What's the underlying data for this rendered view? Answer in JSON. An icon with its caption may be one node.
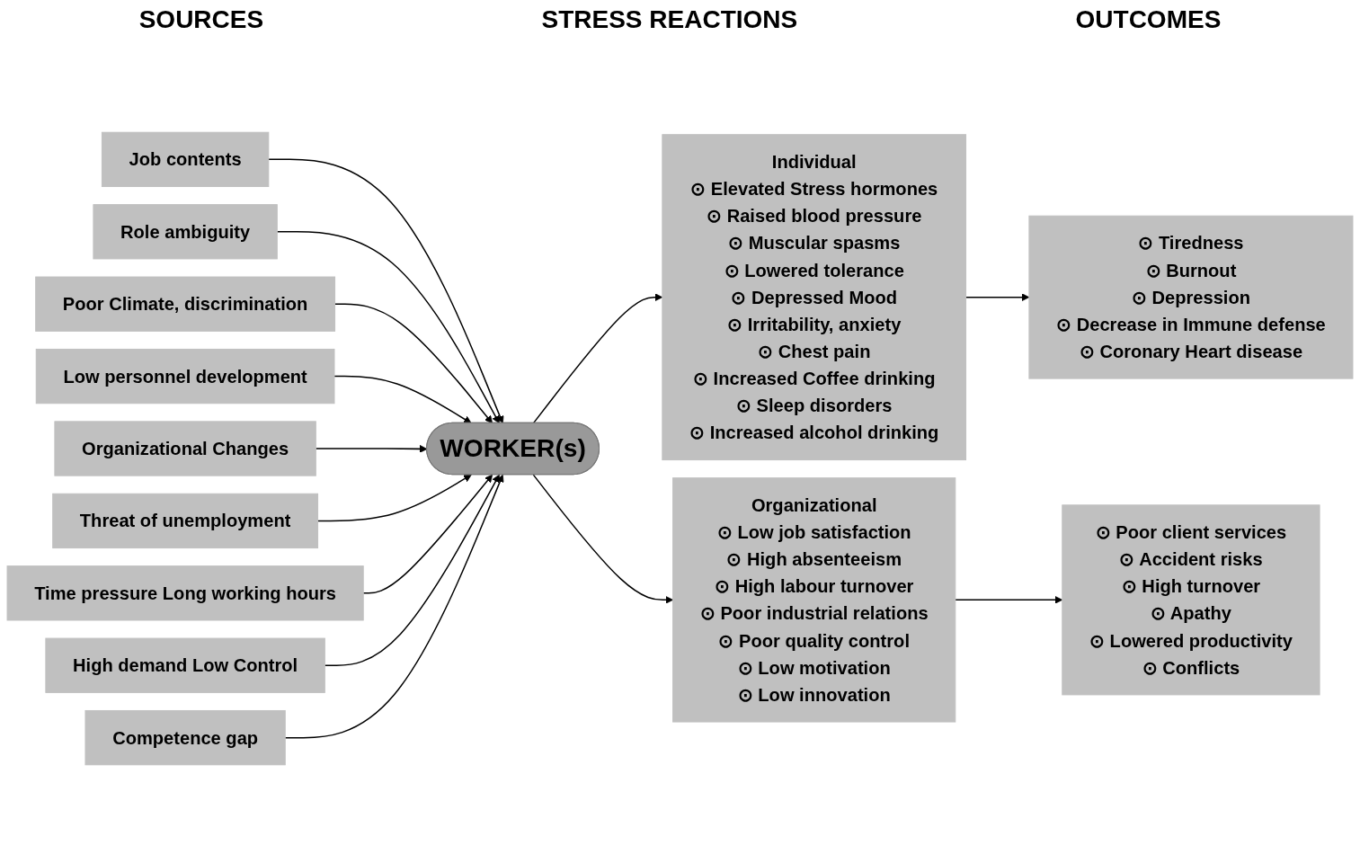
{
  "diagram": {
    "nodes": [
      {
        "text": [
          "Job contents"
        ]
      },
      {
        "text": [
          "Role ambiguity"
        ]
      },
      {
        "text": [
          "Poor Climate, discrimination"
        ]
      },
      {
        "text": [
          "Low personnel development"
        ]
      },
      {
        "text": [
          "Organizational Changes"
        ]
      },
      {
        "text": [
          "Threat of unemployment"
        ]
      },
      {
        "text": [
          "Time pressure Long working hours"
        ]
      },
      {
        "text": [
          "High demand Low Control"
        ]
      },
      {
        "text": [
          "Competence gap"
        ]
      },
      {
        "text": [
          "WORKER(s)"
        ]
      },
      {
        "text": [
          "Individual",
          "⊙ Elevated Stress hormones",
          "⊙ Raised blood pressure",
          "⊙ Muscular spasms",
          "⊙ Lowered tolerance",
          "⊙ Depressed Mood",
          "⊙ Irritability, anxiety",
          "⊙ Chest pain",
          "⊙ Increased Coffee drinking",
          "⊙ Sleep disorders",
          "⊙ Increased alcohol drinking"
        ]
      },
      {
        "text": [
          "Organizational",
          "⊙ Low job satisfaction",
          "⊙ High absenteeism",
          "⊙ High labour turnover",
          "⊙ Poor industrial relations",
          "⊙ Poor quality control",
          "⊙ Low motivation",
          "⊙ Low innovation"
        ]
      },
      {
        "text": [
          "⊙ Tiredness",
          "⊙ Burnout",
          "⊙ Depression",
          "⊙ Decrease in Immune defense",
          "⊙ Coronary Heart disease"
        ]
      },
      {
        "text": [
          "⊙ Poor client services",
          "⊙ Accident risks",
          "⊙ High turnover",
          "⊙ Apathy",
          "⊙ Lowered productivity",
          "⊙ Conflicts"
        ]
      }
    ],
    "edges": [
      {
        "from": 0,
        "to": 9,
        "arrow": "to"
      },
      {
        "from": 1,
        "to": 9,
        "arrow": "to"
      },
      {
        "from": 2,
        "to": 9,
        "arrow": "to"
      },
      {
        "from": 3,
        "to": 9,
        "arrow": "to"
      },
      {
        "from": 4,
        "to": 9,
        "arrow": "to"
      },
      {
        "from": 5,
        "to": 9,
        "arrow": "to"
      },
      {
        "from": 6,
        "to": 9,
        "arrow": "to"
      },
      {
        "from": 7,
        "to": 9,
        "arrow": "to"
      },
      {
        "from": 8,
        "to": 9,
        "arrow": "to"
      },
      {
        "from": 9,
        "to": 10,
        "arrow": "to"
      },
      {
        "from": 9,
        "to": 11,
        "arrow": "to"
      },
      {
        "from": 10,
        "to": 12,
        "arrow": "to"
      },
      {
        "from": 11,
        "to": 13,
        "arrow": "to"
      }
    ],
    "labels": [
      "SOURCES",
      "STRESS REACTIONS",
      "OUTCOMES"
    ]
  }
}
